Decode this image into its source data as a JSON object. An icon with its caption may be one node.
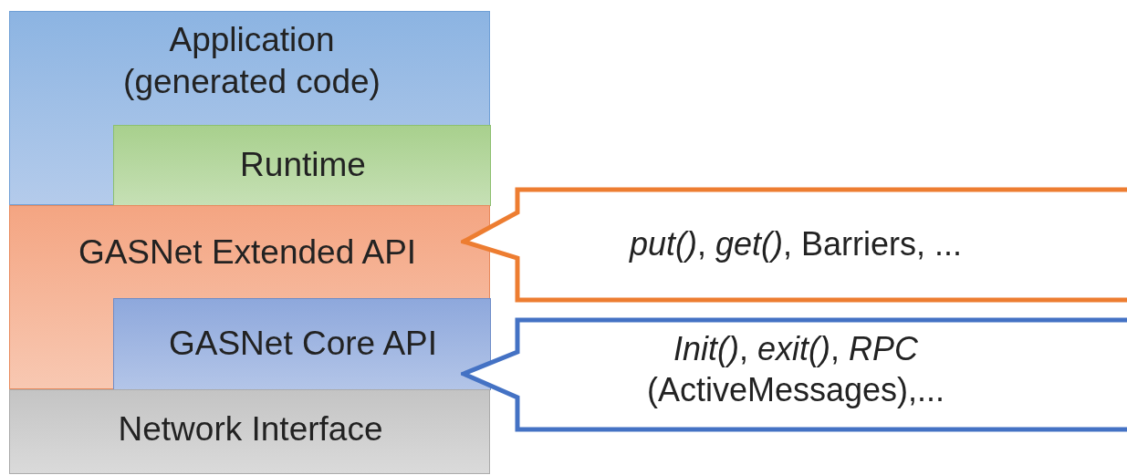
{
  "diagram": {
    "nodes": [
      {
        "text": [
          "Application (generated code)"
        ]
      },
      {
        "text": [
          "Runtime"
        ],
        "in": 0
      },
      {
        "text": [
          "GASNet Extended API"
        ]
      },
      {
        "text": [
          "GASNet Core API"
        ],
        "in": 2
      },
      {
        "text": [
          "Network Interface"
        ]
      },
      {
        "text": [
          "*put()*, *get()*, Barriers, ..."
        ]
      },
      {
        "text": [
          "*Init()*, *exit()*, *RPC* (ActiveMessages),..."
        ]
      }
    ]
  }
}
